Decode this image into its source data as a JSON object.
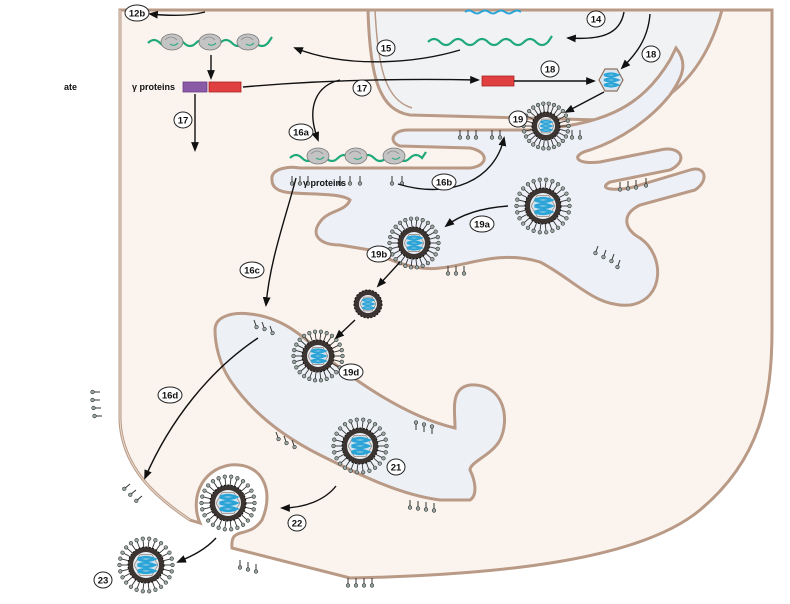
{
  "diagram": {
    "type": "virus replication cycle (assembly and budding)",
    "colors": {
      "cytoplasm": "#fbf4ee",
      "lumen": "#edf1f6",
      "membrane": "#b99a86",
      "mrna": "#1fa878",
      "ribosome": "#bdbdbd",
      "capsid_protein": "#8a5aa6",
      "envelope_protein": "#e04040",
      "genome": "#2aa3d6",
      "arrow": "#111111"
    },
    "side_text": "ate",
    "protein_label": "γ proteins",
    "protein_label_er": "γ proteins",
    "steps": [
      {
        "id": "12b",
        "label": "12b"
      },
      {
        "id": "14",
        "label": "14"
      },
      {
        "id": "15",
        "label": "15"
      },
      {
        "id": "16a",
        "label": "16a"
      },
      {
        "id": "16b",
        "label": "16b"
      },
      {
        "id": "16c",
        "label": "16c"
      },
      {
        "id": "16d",
        "label": "16d"
      },
      {
        "id": "17",
        "label": "17"
      },
      {
        "id": "17b",
        "label": "17"
      },
      {
        "id": "18",
        "label": "18"
      },
      {
        "id": "18b",
        "label": "18"
      },
      {
        "id": "19",
        "label": "19"
      },
      {
        "id": "19a",
        "label": "19a"
      },
      {
        "id": "19b",
        "label": "19b"
      },
      {
        "id": "19d",
        "label": "19d"
      },
      {
        "id": "21",
        "label": "21"
      },
      {
        "id": "22",
        "label": "22"
      },
      {
        "id": "23",
        "label": "23"
      }
    ]
  }
}
